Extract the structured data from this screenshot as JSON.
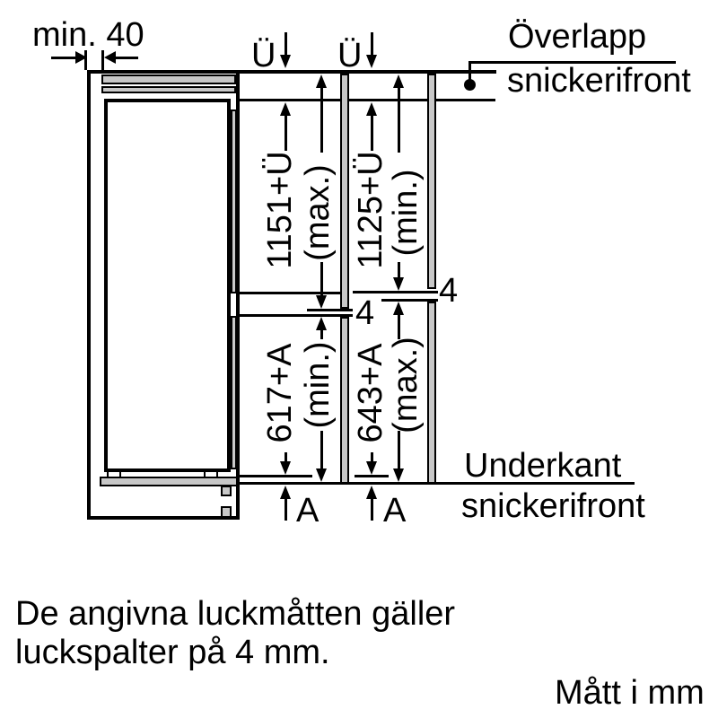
{
  "drawing": {
    "min_clearance_label": "min. 40",
    "overlap_callout": {
      "line1": "Överlapp",
      "line2": "snickerifront"
    },
    "bottom_edge_callout": {
      "line1": "Underkant",
      "line2": "snickerifront"
    },
    "columns": [
      {
        "overlap_symbol": "Ü",
        "upper_door_value": "1151+Ü",
        "upper_door_qualifier": "(max.)",
        "gap_value": "4",
        "lower_door_value": "617+A",
        "lower_door_qualifier": "(min.)",
        "bottom_symbol": "A"
      },
      {
        "overlap_symbol": "Ü",
        "upper_door_value": "1125+Ü",
        "upper_door_qualifier": "(min.)",
        "gap_value": "4",
        "lower_door_value": "643+A",
        "lower_door_qualifier": "(max.)",
        "bottom_symbol": "A"
      }
    ]
  },
  "notes": {
    "door_note_line1": "De angivna luckmåtten gäller",
    "door_note_line2": "luckspalter på 4 mm.",
    "units_note": "Mått i mm"
  },
  "colors": {
    "stroke": "#000000",
    "panel_fill": "#c8c8c8",
    "background": "#ffffff"
  }
}
